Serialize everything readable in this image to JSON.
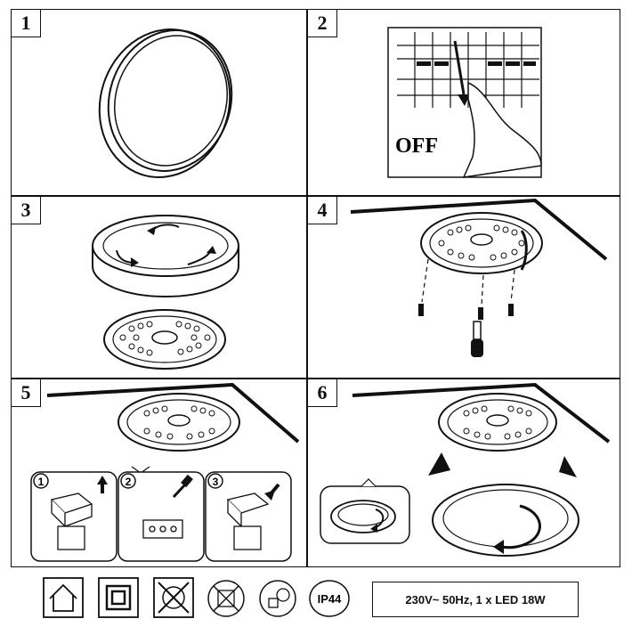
{
  "steps": [
    {
      "number": "1"
    },
    {
      "number": "2",
      "off_label": "OFF"
    },
    {
      "number": "3"
    },
    {
      "number": "4"
    },
    {
      "number": "5",
      "sub_steps": [
        "1",
        "2",
        "3"
      ]
    },
    {
      "number": "6"
    }
  ],
  "footer": {
    "ip_rating": "IP44",
    "spec_text": "230V~ 50Hz, 1 x LED 18W",
    "icons": [
      "indoor-house-icon",
      "class-ii-double-insulation-icon",
      "led-not-replaceable-icon",
      "no-dimmer-icon",
      "no-halogen-mode-icon",
      "ip44-badge"
    ]
  }
}
